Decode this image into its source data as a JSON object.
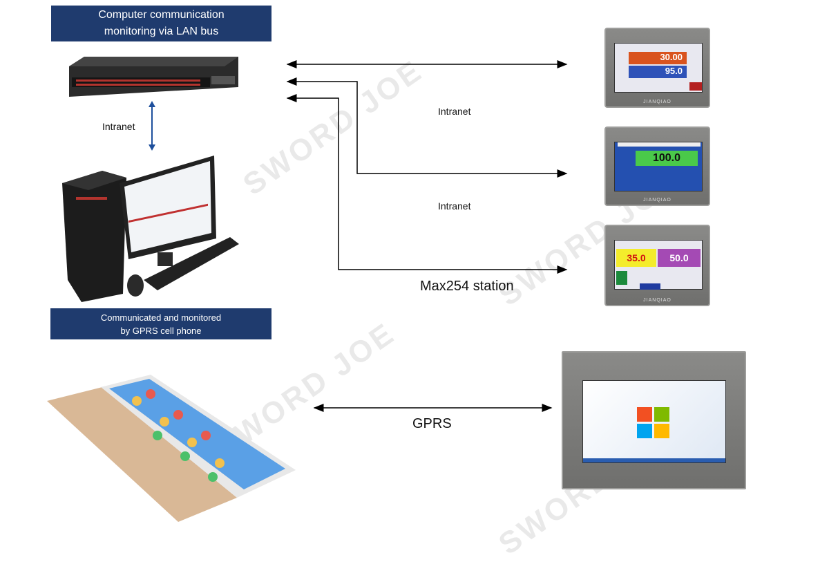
{
  "top_banner": {
    "line1": "Computer communication",
    "line2": "monitoring via LAN bus"
  },
  "bottom_banner": {
    "line1": "Communicated and monitored",
    "line2": "by GPRS cell phone"
  },
  "labels": {
    "intranet_left": "Intranet",
    "intranet_1": "Intranet",
    "intranet_2": "Intranet",
    "station": "Max254 station",
    "gprs": "GPRS"
  },
  "panels": [
    {
      "brand": "JIANQIAO",
      "value1": "30.00",
      "value2": "95.0"
    },
    {
      "brand": "JIANQIAO",
      "value1": "100.0"
    },
    {
      "brand": "JIANQIAO",
      "value1": "35.0",
      "value2": "50.0"
    }
  ],
  "watermark": "SWORD JOE",
  "colors": {
    "banner": "#1f3b6e",
    "arrow_blue": "#1d4f9c"
  }
}
